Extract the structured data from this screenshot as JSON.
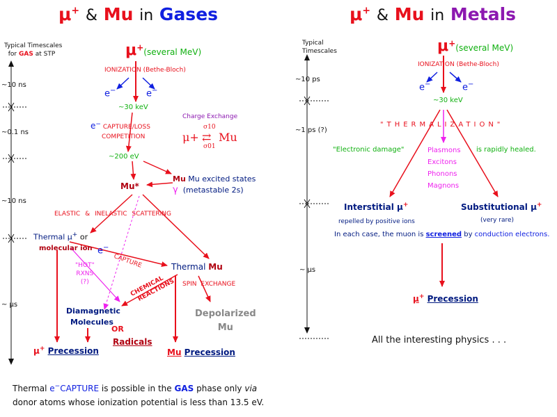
{
  "colors": {
    "red": "#e8101c",
    "dark_red": "#b00010",
    "blue": "#1020e0",
    "navy": "#001a80",
    "green": "#10b010",
    "magenta": "#ee22ee",
    "purple": "#8c18b0",
    "gray": "#888888"
  },
  "gases": {
    "title_mu": "μ",
    "title_plus": "+",
    "title_amp": "&",
    "title_Mu": "Mu",
    "title_in": "in",
    "title_word": "Gases",
    "timescale_header_1": "Typical Timescales",
    "timescale_header_2_prefix": "for",
    "timescale_header_gas": "GAS",
    "timescale_header_2_suffix": "at STP",
    "timescale_labels": [
      "~10 ns",
      "~0.1 ns",
      "~10 ns",
      "~ μs"
    ],
    "muon_top": "μ",
    "muon_top_sup": "+",
    "muon_energy": "(several MeV)",
    "ionization": "IONIZATION (Bethe-Bloch)",
    "electron": "e",
    "electron_sup": "−",
    "kev30": "~30 keV",
    "capture_loss_1": "CAPTURE/LOSS",
    "capture_loss_2": "COMPETITION",
    "charge_exchange": "Charge Exchange",
    "charge_exchange_eq_left": "μ+",
    "charge_exchange_sigma10": "σ10",
    "charge_exchange_sigma01": "σ01",
    "charge_exchange_eq_right": "Mu",
    "ev200": "~200 eV",
    "mu_excited_1": "Mu excited states",
    "mu_excited_gamma": "γ",
    "mu_excited_2": "(metastable 2s)",
    "mu_star": "Mu*",
    "elastic_scattering": "ELASTIC & INELASTIC SCATTERING",
    "thermal_mu_plus": "Thermal μ",
    "thermal_or": "or",
    "molecular_ion": "molecular ion",
    "e_minus_capture": "e",
    "capture": "CAPTURE",
    "hot_rxns": [
      "\"HOT\"",
      "RXNS",
      "(?)"
    ],
    "chemical_reactions_1": "CHEMICAL",
    "chemical_reactions_2": "REACTIONS",
    "thermal_Mu": "Thermal Mu",
    "spin_exchange": "SPIN EXCHANGE",
    "diamagnetic_1": "Diamagnetic",
    "diamagnetic_2": "Molecules",
    "or": "OR",
    "radicals": "Radicals",
    "depolarized_1": "Depolarized",
    "depolarized_2": "Mu",
    "muplus_precession_mu": "μ",
    "muplus_precession_label": "Precession",
    "mu_precession_mu": "Mu",
    "mu_precession_label": "Precession",
    "footer_1_a": "Thermal",
    "footer_1_e": "e",
    "footer_1_capture": "CAPTURE",
    "footer_1_b": "is possible in the",
    "footer_1_gas": "GAS",
    "footer_1_c": "phase only",
    "footer_1_via": "via",
    "footer_2": "donor atoms whose ionization potential is less than 13.5 eV."
  },
  "metals": {
    "title_word": "Metals",
    "timescale_header_1": "Typical",
    "timescale_header_2": "Timescales",
    "timescale_labels": [
      "~10 ps",
      "~1 ps (?)",
      "~ μs"
    ],
    "muon_top": "μ",
    "muon_top_sup": "+",
    "muon_energy": "(several MeV)",
    "ionization": "IONIZATION (Bethe-Bloch)",
    "kev30": "~30 keV",
    "thermalization": "\"THERMALIZATION\"",
    "electronic_damage": "\"Electronic damage\"",
    "excitations": [
      "Plasmons",
      "Excitons",
      "Phonons",
      "Magnons"
    ],
    "rapidly_healed": "is rapidly healed.",
    "interstitial": "Interstitial μ",
    "interstitial_note": "repelled by positive ions",
    "substitutional": "Substitutional μ",
    "substitutional_note": "(very rare)",
    "screened_a": "In each case, the muon is",
    "screened_word": "screened",
    "screened_b": "by",
    "screened_c": "conduction electrons.",
    "precession_mu": "μ",
    "precession_label": "Precession",
    "interesting": "All the interesting physics . . ."
  }
}
